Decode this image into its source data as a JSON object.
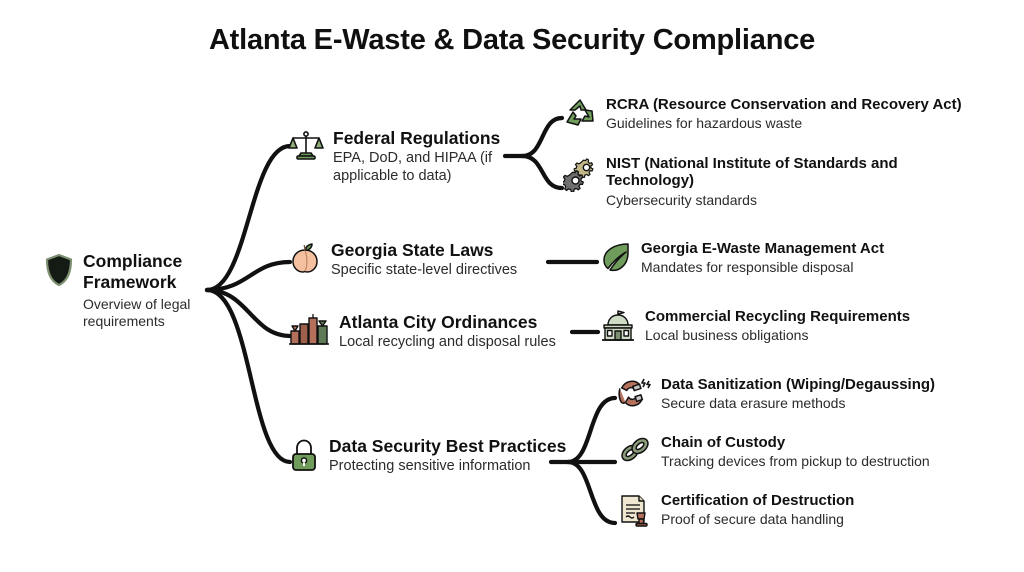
{
  "title": "Atlanta E-Waste & Data Security Compliance",
  "root": {
    "icon": "shield-icon",
    "title": "Compliance Framework",
    "subtitle": "Overview of legal requirements"
  },
  "branches": [
    {
      "id": "federal",
      "icon": "balance-scale-icon",
      "title": "Federal Regulations",
      "subtitle": "EPA, DoD, and HIPAA (if applicable to data)",
      "children": [
        {
          "id": "rcra",
          "icon": "recycling-icon",
          "title": "RCRA (Resource Conservation and Recovery Act)",
          "subtitle": "Guidelines for hazardous waste"
        },
        {
          "id": "nist",
          "icon": "gears-icon",
          "title": "NIST (National Institute of Standards and Technology)",
          "subtitle": "Cybersecurity standards"
        }
      ]
    },
    {
      "id": "georgia",
      "icon": "peach-icon",
      "title": "Georgia State Laws",
      "subtitle": "Specific state-level directives",
      "children": [
        {
          "id": "gaact",
          "icon": "leaf-icon",
          "title": "Georgia E-Waste Management Act",
          "subtitle": "Mandates for responsible disposal"
        }
      ]
    },
    {
      "id": "atlanta",
      "icon": "cityscape-icon",
      "title": "Atlanta City Ordinances",
      "subtitle": "Local recycling and disposal rules",
      "children": [
        {
          "id": "comrec",
          "icon": "government-building-icon",
          "title": "Commercial Recycling Requirements",
          "subtitle": "Local business obligations"
        }
      ]
    },
    {
      "id": "datasec",
      "icon": "padlock-icon",
      "title": "Data Security Best Practices",
      "subtitle": "Protecting sensitive information",
      "children": [
        {
          "id": "sanit",
          "icon": "magnet-icon",
          "title": "Data Sanitization (Wiping/Degaussing)",
          "subtitle": "Secure data erasure methods"
        },
        {
          "id": "chain",
          "icon": "chain-link-icon",
          "title": "Chain of Custody",
          "subtitle": "Tracking devices from pickup to destruction"
        },
        {
          "id": "cert",
          "icon": "certificate-stamp-icon",
          "title": "Certification of Destruction",
          "subtitle": "Proof of secure data handling"
        }
      ]
    }
  ],
  "colors": {
    "background": "#ffffff",
    "text": "#111111",
    "subtext": "#2b2b2b",
    "edge": "#111111",
    "green": "#6f9b5b",
    "dark_green": "#4d6b3f",
    "sage": "#8a9b7a",
    "peach": "#f5c0a0",
    "terracotta": "#b5705c",
    "pale_green": "#cfdcc4",
    "gear_gray": "#6e6e6e",
    "gear_tan": "#c2b789",
    "paper": "#efe7d0",
    "shield_dark": "#141a14"
  }
}
